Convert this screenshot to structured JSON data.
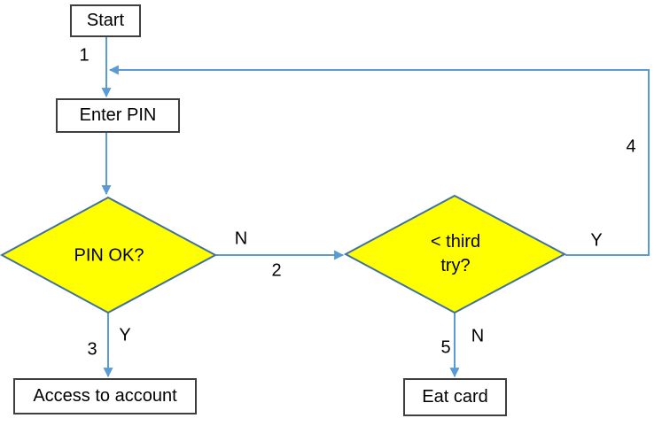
{
  "diagram": {
    "type": "flowchart",
    "nodes": {
      "start": "Start",
      "enter_pin": "Enter PIN",
      "pin_ok": "PIN OK?",
      "third_try": "< third\ntry?",
      "access_account": "Access to account",
      "eat_card": "Eat card"
    },
    "edge_labels": {
      "e1": "1",
      "e2": "2",
      "e3": "3",
      "e4": "4",
      "e5": "5",
      "pin_ok_no": "N",
      "pin_ok_yes": "Y",
      "third_try_yes": "Y",
      "third_try_no": "N"
    },
    "colors": {
      "connector": "#5B9BD5",
      "decision_fill": "#FFFF00",
      "decision_border": "#41719C",
      "process_border": "#3F3F3F",
      "process_fill": "#FFFFFF",
      "text": "#000000",
      "background": "#FFFFFF"
    }
  }
}
